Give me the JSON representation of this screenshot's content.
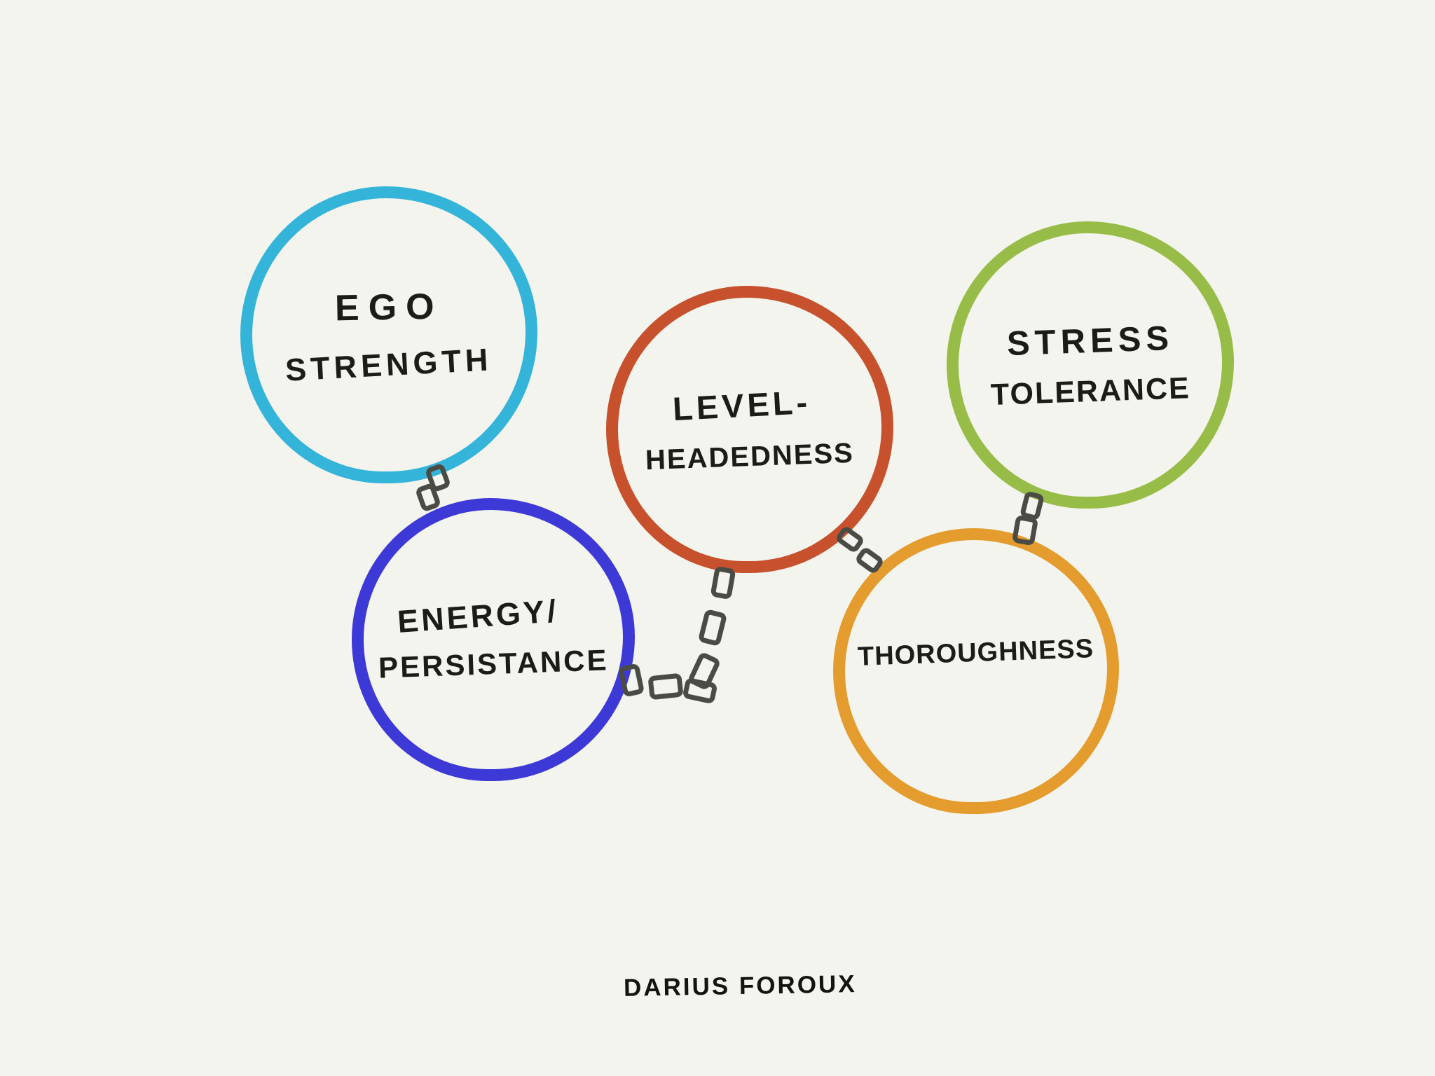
{
  "canvas": {
    "background_color": "#f4f4ee"
  },
  "circles": [
    {
      "id": "ego-strength",
      "lines": [
        "EGO",
        "STRENGTH"
      ],
      "color": "#35b4da"
    },
    {
      "id": "energy-persistance",
      "lines": [
        "ENERGY/",
        "PERSISTANCE"
      ],
      "color": "#3d39d6"
    },
    {
      "id": "level-headedness",
      "lines": [
        "LEVEL-",
        "HEADEDNESS"
      ],
      "color": "#c6512c"
    },
    {
      "id": "stress-tolerance",
      "lines": [
        "STRESS",
        "TOLERANCE"
      ],
      "color": "#97bd48"
    },
    {
      "id": "thoroughness",
      "lines": [
        "THOROUGHNESS"
      ],
      "color": "#e39c2d"
    }
  ],
  "chain": {
    "color": "#4b4b46"
  },
  "text_color": "#1b1b18",
  "signature": "DARIUS FOROUX"
}
